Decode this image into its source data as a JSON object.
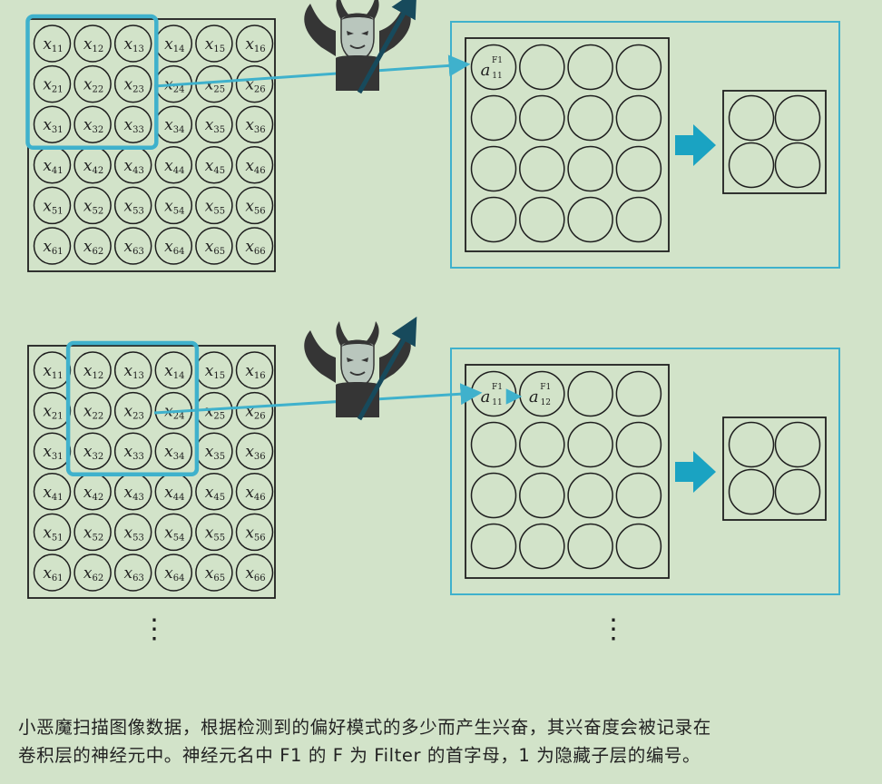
{
  "grid_labels": [
    [
      "11",
      "12",
      "13",
      "14",
      "15",
      "16"
    ],
    [
      "21",
      "22",
      "23",
      "24",
      "25",
      "26"
    ],
    [
      "31",
      "32",
      "33",
      "34",
      "35",
      "36"
    ],
    [
      "41",
      "42",
      "43",
      "44",
      "45",
      "46"
    ],
    [
      "51",
      "52",
      "53",
      "54",
      "55",
      "56"
    ],
    [
      "61",
      "62",
      "63",
      "64",
      "65",
      "66"
    ]
  ],
  "variable_symbol": "x",
  "panels": [
    {
      "id": "step-1",
      "highlight": {
        "rows": [
          0,
          2
        ],
        "cols": [
          0,
          2
        ]
      },
      "neurons": [
        {
          "symbol": "a",
          "superscript": "F1",
          "subscript": "11"
        }
      ]
    },
    {
      "id": "step-2",
      "highlight": {
        "rows": [
          0,
          2
        ],
        "cols": [
          1,
          3
        ]
      },
      "neurons": [
        {
          "symbol": "a",
          "superscript": "F1",
          "subscript": "11"
        },
        {
          "symbol": "a",
          "superscript": "F1",
          "subscript": "12"
        }
      ]
    }
  ],
  "conv_grid": {
    "rows": 4,
    "cols": 4
  },
  "pool_grid": {
    "rows": 2,
    "cols": 2
  },
  "continuation": "⋮",
  "caption": {
    "line1": "小恶魔扫描图像数据，根据检测到的偏好模式的多少而产生兴奋，其兴奋度会被记录在",
    "line2": "卷积层的神经元中。神经元名中 F1 的 F 为 Filter 的首字母，1 为隐藏子层的编号。"
  },
  "colors": {
    "background": "#d2e3c9",
    "accent": "#3fb1cc",
    "arrow": "#1aa3c2",
    "ink": "#1e1e1e",
    "demon_body": "#353535",
    "demon_face": "#b9c6bd",
    "pitchfork": "#174a5c"
  }
}
